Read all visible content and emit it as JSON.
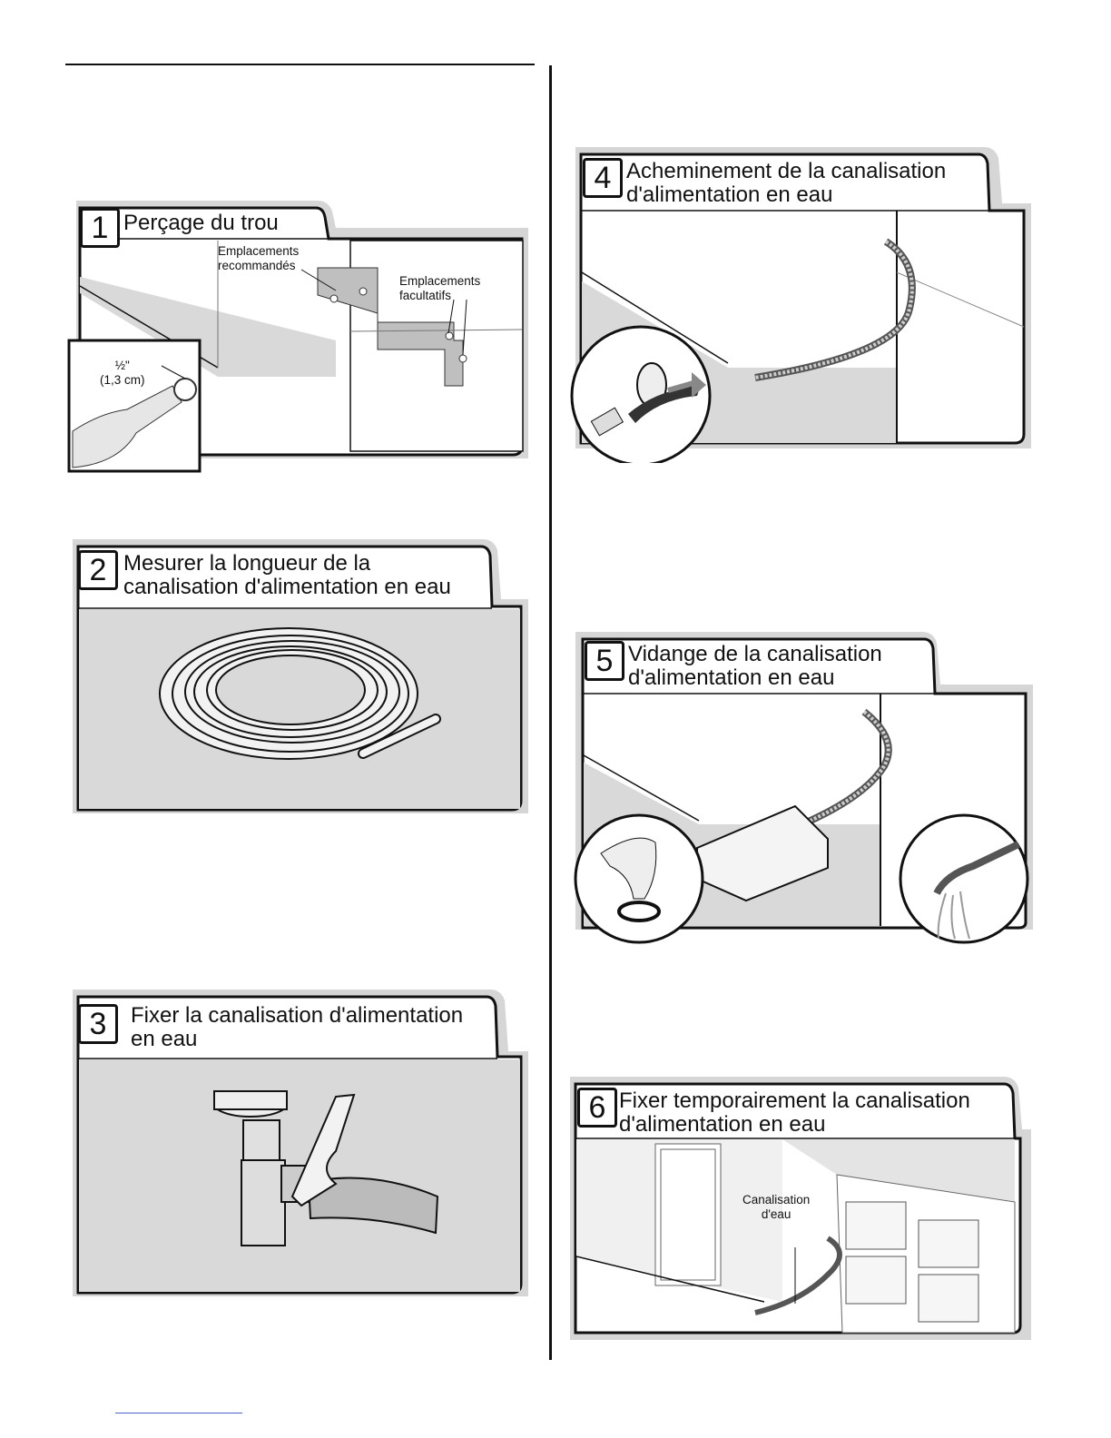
{
  "panels": [
    {
      "number": "1",
      "title_lines": [
        "Perçage du trou"
      ],
      "callouts": {
        "recommended": [
          "Emplacements",
          "recommandés"
        ],
        "optional": [
          "Emplacements",
          "facultatifs"
        ],
        "hole_size": [
          "½\"",
          "(1,3 cm)"
        ]
      }
    },
    {
      "number": "2",
      "title_lines": [
        "Mesurer la longueur de la",
        "canalisation d'alimentation en eau"
      ]
    },
    {
      "number": "3",
      "title_lines": [
        "Fixer la canalisation d'alimentation",
        "en eau"
      ]
    },
    {
      "number": "4",
      "title_lines": [
        "Acheminement de la canalisation",
        "d'alimentation en eau"
      ]
    },
    {
      "number": "5",
      "title_lines": [
        "Vidange de la canalisation",
        "d'alimentation en eau"
      ]
    },
    {
      "number": "6",
      "title_lines": [
        "Fixer temporairement la canalisation",
        "d'alimentation en eau"
      ],
      "callouts": {
        "water_line": [
          "Canalisation",
          "d'eau"
        ]
      }
    }
  ]
}
